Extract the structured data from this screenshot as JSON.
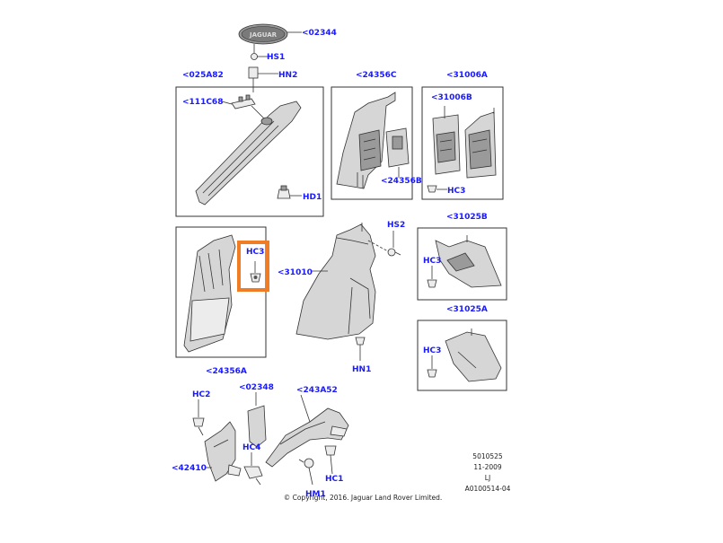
{
  "colors": {
    "label": "#1a1aff",
    "highlight": "#f07d26",
    "line": "#333333"
  },
  "labels": {
    "l02344": "<02344",
    "lHS1": "HS1",
    "lHN2": "HN2",
    "l025A82": "<025A82",
    "l111C68": "<111C68",
    "lHD1": "HD1",
    "l24356C": "<24356C",
    "l24356B": "<24356B",
    "l31006A": "<31006A",
    "l31006B": "<31006B",
    "lHC3top": "HC3",
    "lHS2": "HS2",
    "l31025B": "<31025B",
    "lHC3b": "HC3",
    "l31010": "<31010",
    "lHC3sel": "HC3",
    "l31025A": "<31025A",
    "lHC3c": "HC3",
    "l24356A": "<24356A",
    "lHN1": "HN1",
    "lHC2": "HC2",
    "l02348": "<02348",
    "l243A52": "<243A52",
    "lHC4": "HC4",
    "l42410": "<42410",
    "lHC1": "HC1",
    "lHM1": "HM1"
  },
  "meta": {
    "code1": "5010525",
    "date": "11-2009",
    "author": "LJ",
    "ref": "A0100514-04",
    "copyright": "© Copyright, 2016. Jaguar Land Rover Limited."
  },
  "badge_text": "JAGUAR",
  "selected_callout": "HC3"
}
